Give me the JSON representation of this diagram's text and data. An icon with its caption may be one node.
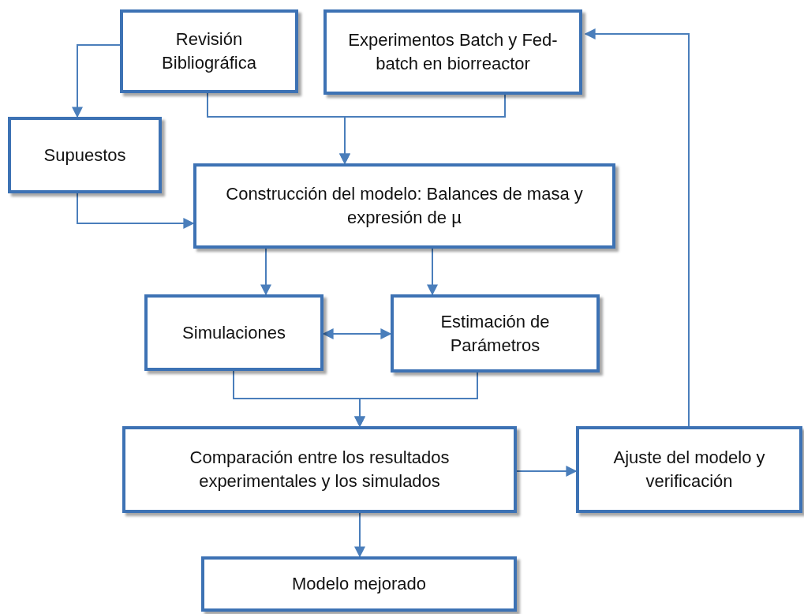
{
  "diagram": {
    "nodes": [
      {
        "text": [
          "Revisión Bibliográfica"
        ]
      },
      {
        "text": [
          "Experimentos Batch y Fed-batch en biorreactor"
        ]
      },
      {
        "text": [
          "Supuestos"
        ]
      },
      {
        "text": [
          "Construcción del modelo: Balances de masa y expresión de µ"
        ]
      },
      {
        "text": [
          "Simulaciones"
        ]
      },
      {
        "text": [
          "Estimación de Parámetros"
        ]
      },
      {
        "text": [
          "Comparación entre los resultados experimentales y los simulados"
        ]
      },
      {
        "text": [
          "Ajuste del modelo y verificación"
        ]
      },
      {
        "text": [
          "Modelo mejorado"
        ]
      }
    ],
    "edges": [
      {
        "from": 0,
        "to": 2,
        "arrow": "to"
      },
      {
        "from": 0,
        "to": 3,
        "arrow": "to"
      },
      {
        "from": 1,
        "to": 3,
        "arrow": "to"
      },
      {
        "from": 2,
        "to": 3,
        "arrow": "to"
      },
      {
        "from": 3,
        "to": 4,
        "arrow": "to"
      },
      {
        "from": 3,
        "to": 5,
        "arrow": "to"
      },
      {
        "from": 4,
        "to": 5,
        "arrow": "both"
      },
      {
        "from": 4,
        "to": 6,
        "arrow": "to"
      },
      {
        "from": 5,
        "to": 6,
        "arrow": "to"
      },
      {
        "from": 6,
        "to": 7,
        "arrow": "to"
      },
      {
        "from": 7,
        "to": 1,
        "arrow": "to"
      },
      {
        "from": 6,
        "to": 8,
        "arrow": "to"
      }
    ]
  }
}
